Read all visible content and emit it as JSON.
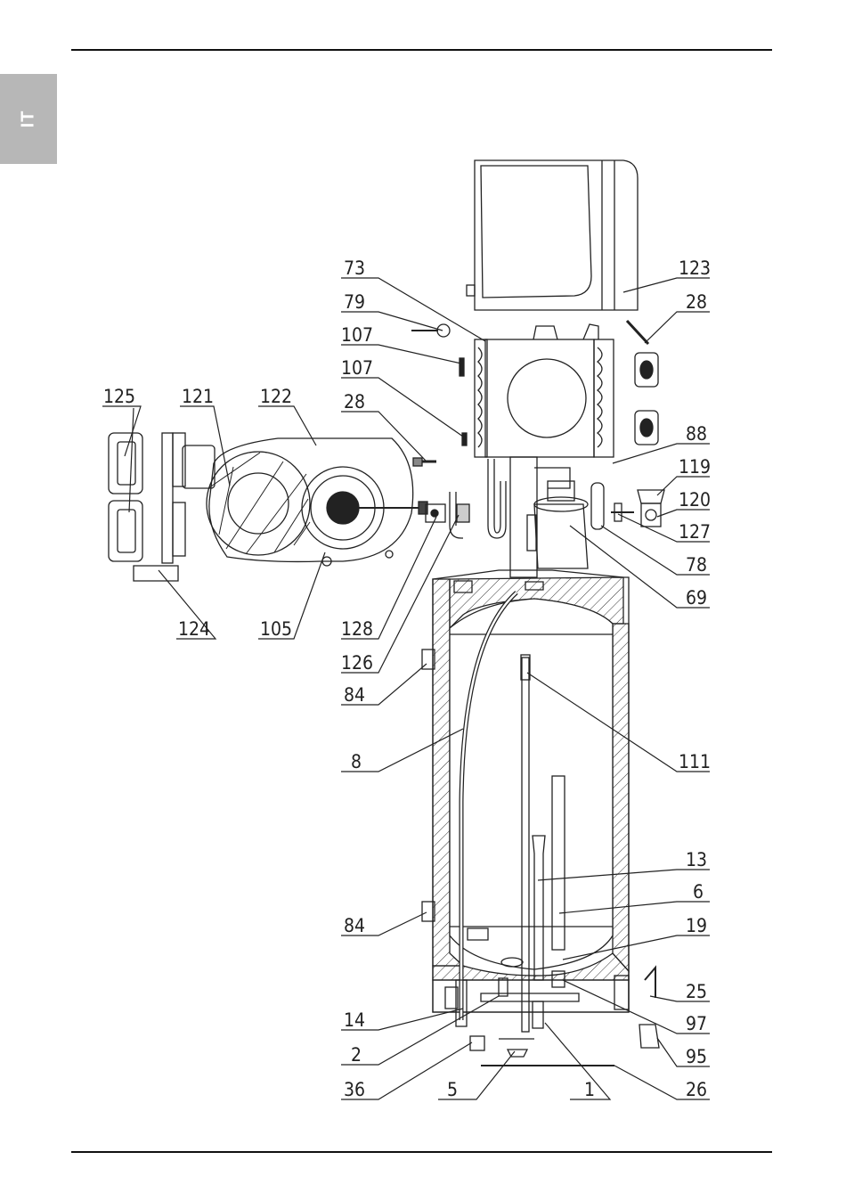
{
  "language_tab": "IT",
  "labels": {
    "l125": "125",
    "l121": "121",
    "l122": "122",
    "l124": "124",
    "l105": "105",
    "l73": "73",
    "l79": "79",
    "l107a": "107",
    "l107b": "107",
    "l28a": "28",
    "l128": "128",
    "l126": "126",
    "l84a": "84",
    "l8": "8",
    "l84b": "84",
    "l14": "14",
    "l2": "2",
    "l36": "36",
    "l5": "5",
    "l1": "1",
    "l123": "123",
    "l28b": "28",
    "l88": "88",
    "l119": "119",
    "l120": "120",
    "l127": "127",
    "l78": "78",
    "l69": "69",
    "l111": "111",
    "l13": "13",
    "l6": "6",
    "l19": "19",
    "l25": "25",
    "l97": "97",
    "l95": "95",
    "l26": "26"
  }
}
